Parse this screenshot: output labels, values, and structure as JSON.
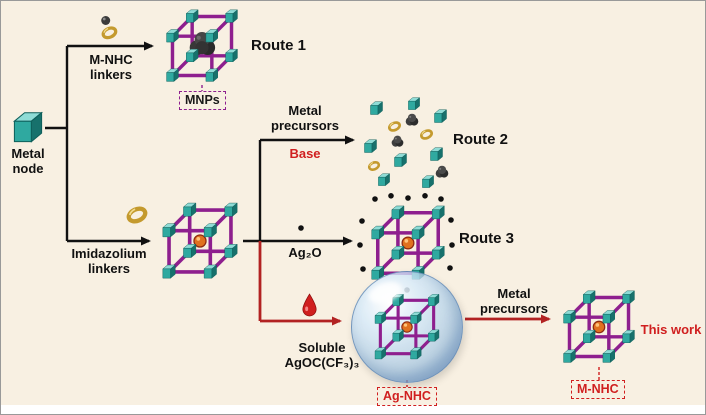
{
  "canvas": {
    "background": "#f8f0e2",
    "border": "#999999"
  },
  "colors": {
    "ink": "#111111",
    "accent_red": "#d01f1f",
    "arrow_red": "#b22222",
    "purple": "#8e1f8e",
    "teal": "#2fa9a0",
    "teal_light": "#8fdcd6",
    "teal_dark": "#17716c",
    "gold": "#c49a2e",
    "orange": "#e0711f"
  },
  "nodes": {
    "metal_node": "Metal node",
    "mnhc_linkers": "M-NHC linkers",
    "imidazolium_linkers": "Imidazolium linkers",
    "mnps": "MNPs",
    "ag_nhc": "Ag-NHC",
    "m_nhc": "M-NHC"
  },
  "routes": {
    "route1": "Route 1",
    "route2": "Route 2",
    "route3": "Route 3",
    "this_work": "This work"
  },
  "reagents": {
    "metal_precursors_top": "Metal precursors",
    "base": "Base",
    "ag2o": "Ag₂O",
    "soluble": "Soluble",
    "agoc_cf3": "AgOC(CF₃)₃",
    "metal_precursors_bottom": "Metal precursors"
  },
  "icons": {
    "metal_node": "teal-cube-icon",
    "mnhc_linker": "gold-ring-metal-icon",
    "imidazolium_linker": "gold-ring-icon",
    "mnp_cluster": "dark-nanoparticle-cluster-icon",
    "silver_oxide": "black-dot-icon",
    "droplet": "red-droplet-icon",
    "bubble": "solution-bubble-icon",
    "framework": "mof-cage-icon"
  }
}
